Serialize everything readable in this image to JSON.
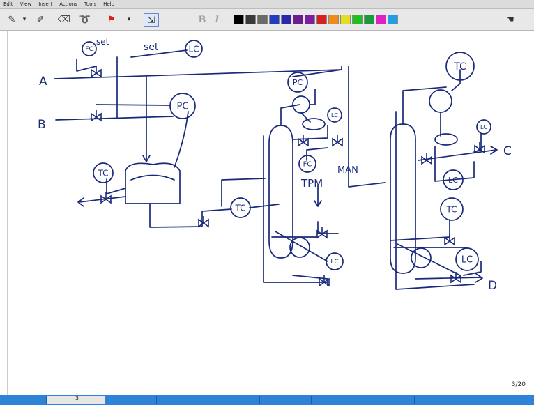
{
  "menubar": {
    "items": [
      "Edit",
      "View",
      "Insert",
      "Actions",
      "Tools",
      "Help"
    ]
  },
  "toolbar": {
    "bold": "B",
    "italic": "I",
    "palette": [
      "#000000",
      "#3a3a3a",
      "#6a6a6a",
      "#1f3fbf",
      "#2a2aa8",
      "#6a1f8a",
      "#7a1fa0",
      "#d82020",
      "#f08a1a",
      "#e0e020",
      "#20c020",
      "#1a9a3a",
      "#e020c0",
      "#20a0e0"
    ]
  },
  "diagram": {
    "ink_color": "#1a2a7a",
    "stream_labels": [
      "A",
      "B",
      "C",
      "D"
    ],
    "controllers": [
      "FC",
      "LC",
      "PC",
      "TC",
      "TC",
      "TC",
      "LC",
      "FC",
      "LC",
      "PC",
      "LC",
      "LC",
      "TC",
      "LC"
    ],
    "annotations": [
      "set",
      "set",
      "TPM",
      "MAN"
    ]
  },
  "status": {
    "page_counter": "3/20",
    "taskbar_page": "3"
  }
}
